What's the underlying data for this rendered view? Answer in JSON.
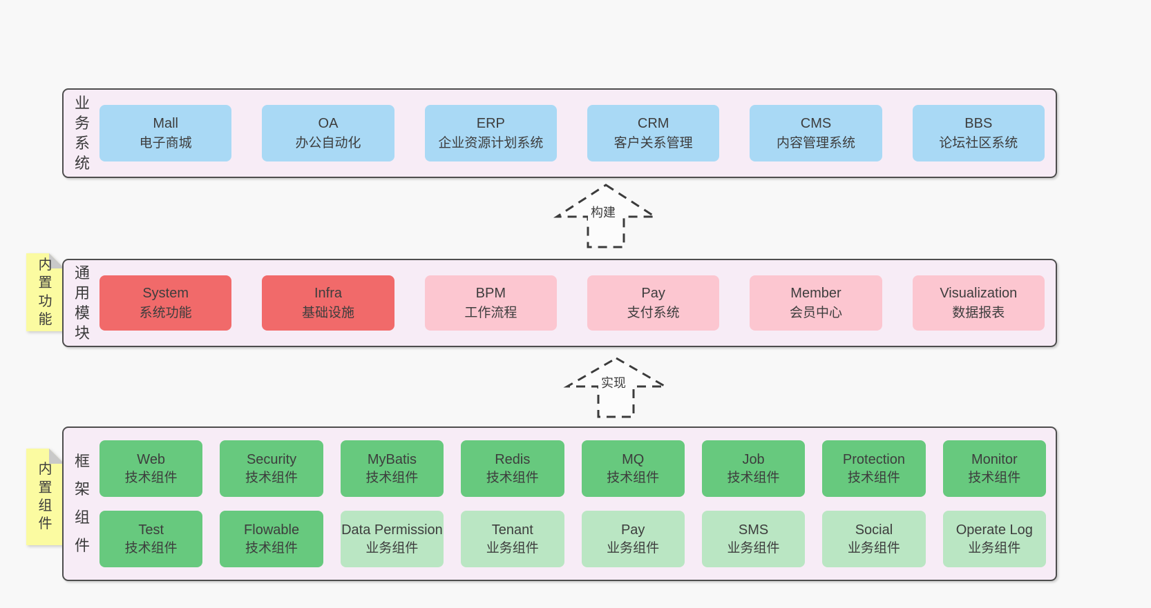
{
  "layers": [
    {
      "label": "业务系统",
      "boxes": [
        {
          "title": "Mall",
          "subtitle": "电子商城"
        },
        {
          "title": "OA",
          "subtitle": "办公自动化"
        },
        {
          "title": "ERP",
          "subtitle": "企业资源计划系统"
        },
        {
          "title": "CRM",
          "subtitle": "客户关系管理"
        },
        {
          "title": "CMS",
          "subtitle": "内容管理系统"
        },
        {
          "title": "BBS",
          "subtitle": "论坛社区系统"
        }
      ]
    },
    {
      "label": "通用模块",
      "note": "内置功能",
      "boxes": [
        {
          "title": "System",
          "subtitle": "系统功能"
        },
        {
          "title": "Infra",
          "subtitle": "基础设施"
        },
        {
          "title": "BPM",
          "subtitle": "工作流程"
        },
        {
          "title": "Pay",
          "subtitle": "支付系统"
        },
        {
          "title": "Member",
          "subtitle": "会员中心"
        },
        {
          "title": "Visualization",
          "subtitle": "数据报表"
        }
      ]
    },
    {
      "label": "框架组件",
      "note": "内置组件",
      "rows": [
        [
          {
            "title": "Web",
            "subtitle": "技术组件"
          },
          {
            "title": "Security",
            "subtitle": "技术组件"
          },
          {
            "title": "MyBatis",
            "subtitle": "技术组件"
          },
          {
            "title": "Redis",
            "subtitle": "技术组件"
          },
          {
            "title": "MQ",
            "subtitle": "技术组件"
          },
          {
            "title": "Job",
            "subtitle": "技术组件"
          },
          {
            "title": "Protection",
            "subtitle": "技术组件"
          },
          {
            "title": "Monitor",
            "subtitle": "技术组件"
          }
        ],
        [
          {
            "title": "Test",
            "subtitle": "技术组件"
          },
          {
            "title": "Flowable",
            "subtitle": "技术组件"
          },
          {
            "title": "Data Permission",
            "subtitle": "业务组件"
          },
          {
            "title": "Tenant",
            "subtitle": "业务组件"
          },
          {
            "title": "Pay",
            "subtitle": "业务组件"
          },
          {
            "title": "SMS",
            "subtitle": "业务组件"
          },
          {
            "title": "Social",
            "subtitle": "业务组件"
          },
          {
            "title": "Operate Log",
            "subtitle": "业务组件"
          }
        ]
      ]
    }
  ],
  "arrows": [
    {
      "label": "构建"
    },
    {
      "label": "实现"
    }
  ],
  "colors": {
    "canvas_bg": "#f8f8f8",
    "panel_bg": "#f7ecf6",
    "panel_border": "#4d4d4d",
    "box_blue": "#a9d9f5",
    "box_red": "#f16a6a",
    "box_pink": "#fcc6d0",
    "box_green": "#67c97e",
    "box_light_green": "#bae6c3",
    "note_yellow": "#fbfba1",
    "note_fold": "#c9c9c9",
    "arrow_stroke": "#3b3b3b"
  }
}
